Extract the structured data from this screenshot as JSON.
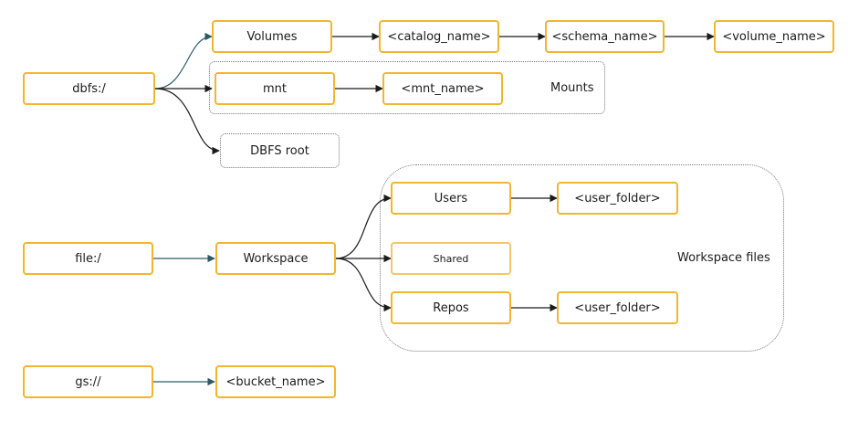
{
  "nodes": {
    "dbfs": "dbfs:/",
    "volumes": "Volumes",
    "catalog_name": "<catalog_name>",
    "schema_name": "<schema_name>",
    "volume_name": "<volume_name>",
    "mnt": "mnt",
    "mnt_name": "<mnt_name>",
    "dbfs_root": "DBFS root",
    "file": "file:/",
    "workspace": "Workspace",
    "users": "Users",
    "users_folder": "<user_folder>",
    "shared": "Shared",
    "repos": "Repos",
    "repos_folder": "<user_folder>",
    "gs": "gs://",
    "bucket_name": "<bucket_name>"
  },
  "groups": {
    "mounts": "Mounts",
    "workspace_files": "Workspace files"
  },
  "colors": {
    "node_border": "#F4B52E",
    "edge_dark": "#1b1b1b",
    "edge_teal": "#2e5a66",
    "group_border": "#7a7a7a"
  }
}
